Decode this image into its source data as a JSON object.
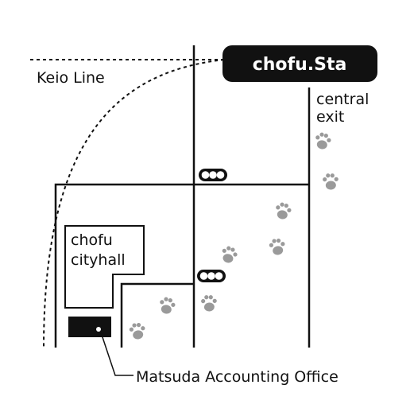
{
  "map": {
    "station_label": "chofu.Sta",
    "rail_line_label": "Keio Line",
    "exit_label_line1": "central",
    "exit_label_line2": "exit",
    "city_hall_line1": "chofu",
    "city_hall_line2": "cityhall",
    "office_label": "Matsuda Accounting Office",
    "icons": {
      "traffic_light": "traffic-light-icon",
      "footprint": "paw-print-icon"
    },
    "colors": {
      "ink": "#111111",
      "background": "#ffffff",
      "footprint": "#9a9a9a"
    }
  }
}
